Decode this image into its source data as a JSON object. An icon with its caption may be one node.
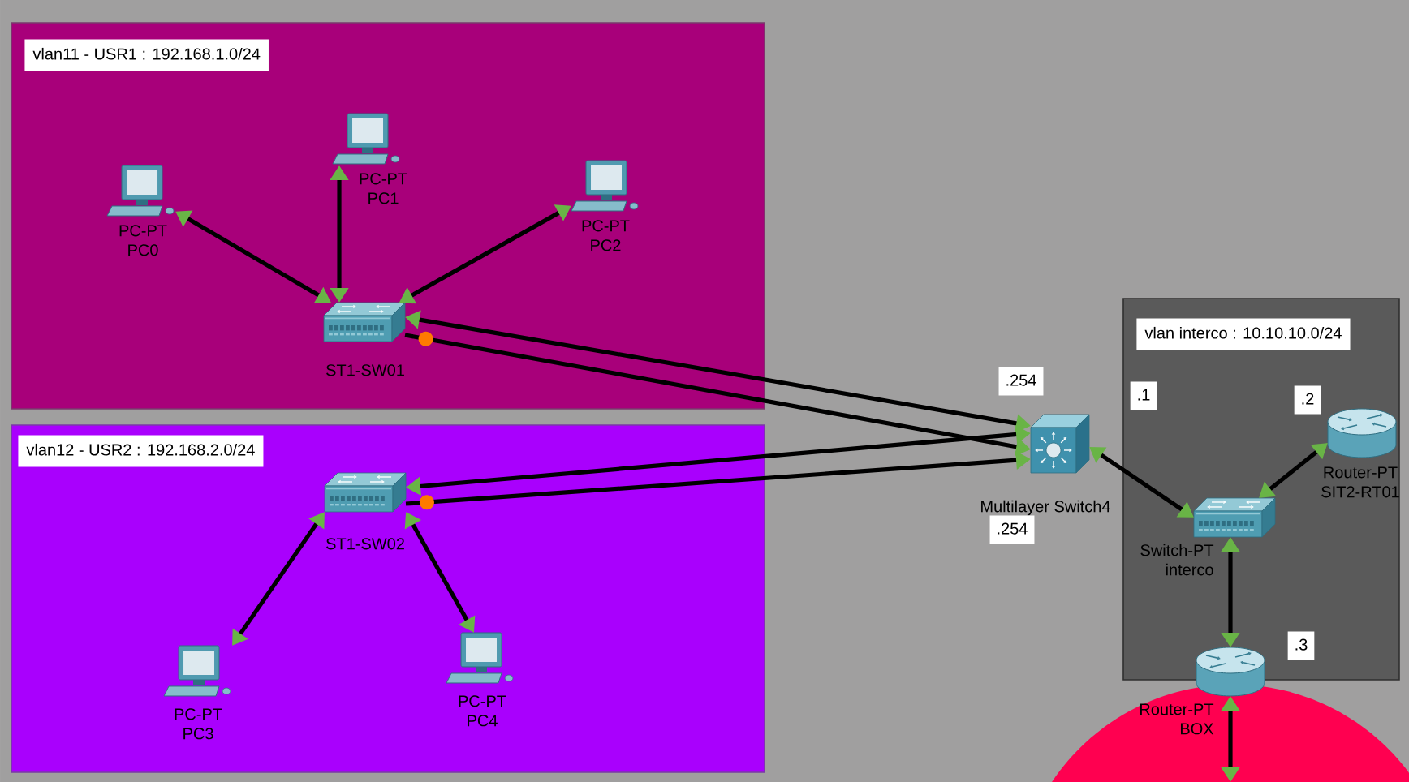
{
  "diagram": {
    "nodes": [
      {
        "text": [
          "vlan11 - USR1 : 192.168.1.0/24"
        ]
      },
      {
        "text": [],
        "shape": "picture",
        "in": 0,
        "beside": [
          "PC-PT",
          "PC0"
        ]
      },
      {
        "text": [],
        "shape": "picture",
        "in": 0,
        "beside": [
          "PC-PT",
          "PC1"
        ]
      },
      {
        "text": [],
        "shape": "picture",
        "in": 0,
        "beside": [
          "PC-PT",
          "PC2"
        ]
      },
      {
        "text": [],
        "shape": "picture",
        "in": 0,
        "beside": [
          "ST1-SW01"
        ]
      },
      {
        "text": [
          "vlan interco : 10.10.10.0/24"
        ]
      },
      {
        "text": [],
        "shape": "picture",
        "beside": [
          "Multilayer Switch4"
        ]
      },
      {
        "text": [],
        "shape": "picture",
        "in": 5,
        "beside": [
          "Router-PT",
          "SIT2-RT01"
        ]
      },
      {
        "text": [],
        "shape": "picture",
        "in": 5,
        "beside": [
          "Switch-PT",
          "interco"
        ]
      },
      {
        "text": [
          "vlan12 - USR2 : 192.168.2.0/24"
        ]
      },
      {
        "text": [],
        "shape": "picture",
        "in": 9,
        "beside": [
          "ST1-SW02"
        ]
      },
      {
        "text": [],
        "shape": "picture",
        "in": 9,
        "beside": [
          "PC-PT",
          "PC3"
        ]
      },
      {
        "text": [],
        "shape": "picture",
        "in": 9,
        "beside": [
          "PC-PT",
          "PC4"
        ]
      },
      {
        "text": [],
        "shape": "picture",
        "beside": [
          "Router-PT",
          "BOX"
        ]
      },
      {
        "text": [],
        "shape": "circle"
      }
    ],
    "edges": [
      {
        "from": 1,
        "to": 4,
        "arrow": "both"
      },
      {
        "from": 2,
        "to": 4,
        "arrow": "both"
      },
      {
        "from": 3,
        "to": 4,
        "arrow": "both"
      },
      {
        "from": 4,
        "to": 6,
        "arrow": "both"
      },
      {
        "from": 4,
        "to": 6,
        "arrow": "to"
      },
      {
        "from": 10,
        "to": 6,
        "arrow": "both"
      },
      {
        "from": 10,
        "to": 6,
        "arrow": "to"
      },
      {
        "from": 10,
        "to": 11,
        "arrow": "both"
      },
      {
        "from": 10,
        "to": 12,
        "arrow": "both"
      },
      {
        "from": 6,
        "to": 8,
        "arrow": "both"
      },
      {
        "from": 7,
        "to": 8,
        "arrow": "both"
      },
      {
        "from": 8,
        "to": 13,
        "arrow": "both"
      },
      {
        "from": 13,
        "to": 14,
        "arrow": "both"
      }
    ],
    "labels": [
      ".254",
      ".1",
      ".2",
      ".254",
      ".3"
    ]
  }
}
